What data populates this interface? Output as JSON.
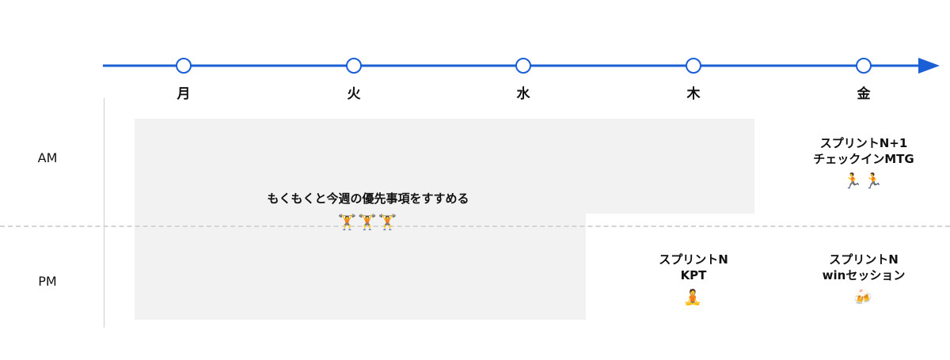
{
  "days": [
    "月",
    "火",
    "水",
    "木",
    "金"
  ],
  "periods": {
    "am": "AM",
    "pm": "PM"
  },
  "blocks": {
    "focus": {
      "title": "もくもくと今週の優先事項をすすめる",
      "emoji": "🏋️🏋️🏋️"
    },
    "checkin": {
      "line1": "スプリントN+1",
      "line2": "チェックインMTG",
      "emoji": "🏃🏃"
    },
    "kpt": {
      "line1": "スプリントN",
      "line2": "KPT",
      "emoji": "🧘"
    },
    "win": {
      "line1": "スプリントN",
      "line2": "winセッション",
      "emoji": "🍻"
    }
  },
  "colors": {
    "timeline": "#1a5fd6",
    "block": "#f2f2f2"
  }
}
